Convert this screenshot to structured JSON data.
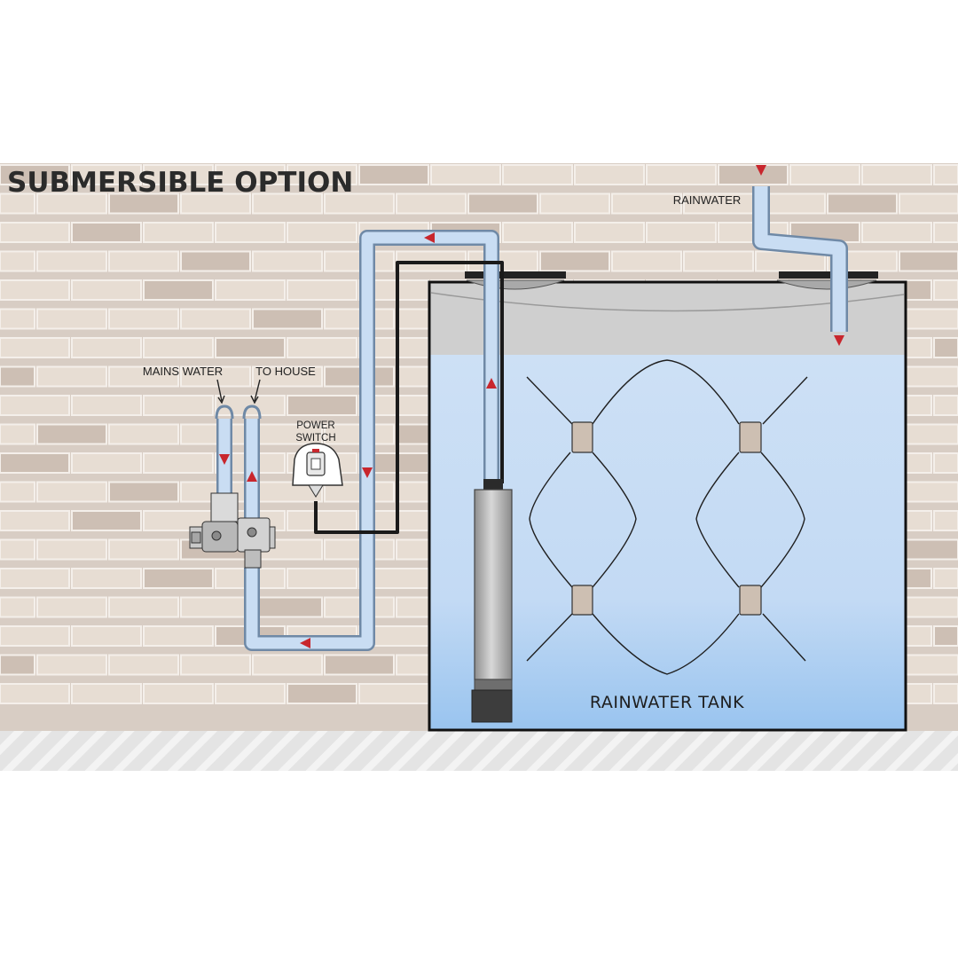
{
  "title": "SUBMERSIBLE OPTION",
  "labels": {
    "mains_water": "MAINS WATER",
    "to_house": "TO HOUSE",
    "power_switch_line1": "POWER",
    "power_switch_line2": "SWITCH",
    "rainwater": "RAINWATER",
    "tank": "RAINWATER  TANK"
  },
  "colors": {
    "wall": "#d8cdc4",
    "brick": "#e7ddd3",
    "mortar": "#f4efea",
    "pipe_fill": "#c9ddf3",
    "pipe_outline": "#6f89a6",
    "water": "#c6dcf5",
    "water_deep": "#9ec7f0",
    "air_gap": "#cfcfcf",
    "tank_outline": "#111111",
    "flow_arrow": "#c8262d",
    "ground": "#e3e3e3",
    "pump_body": "#b9b9b9",
    "pump_base": "#4a4a4a",
    "spacer_clip": "#cdbfb2"
  },
  "icons": {
    "flow_arrow": "red-flow-arrow-icon",
    "switch": "power-switch-icon",
    "pump": "submersible-pump-icon",
    "valve": "mains-switch-valve-icon"
  }
}
